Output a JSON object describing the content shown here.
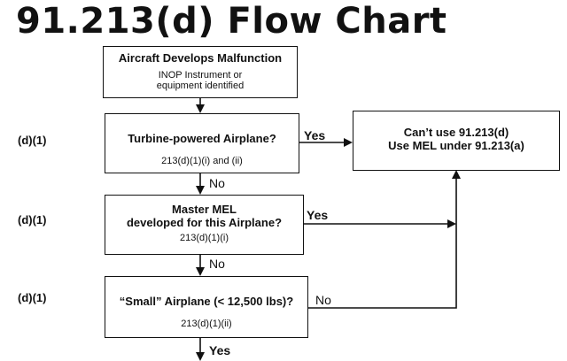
{
  "title": "91.213(d) Flow Chart",
  "boxes": {
    "start": {
      "main": "Aircraft Develops Malfunction",
      "sub1": "INOP Instrument or",
      "sub2": "equipment identified"
    },
    "turbine": {
      "main": "Turbine-powered Airplane?",
      "ref": "213(d)(1)(i) and (ii)"
    },
    "mmel": {
      "main1": "Master MEL",
      "main2": "developed for this Airplane?",
      "ref": "213(d)(1)(i)"
    },
    "small": {
      "main": "“Small” Airplane (< 12,500 lbs)?",
      "ref": "213(d)(1)(ii)"
    },
    "result": {
      "line1": "Can’t use 91.213(d)",
      "line2": "Use MEL under 91.213(a)"
    }
  },
  "side_labels": [
    "(d)(1)",
    "(d)(1)",
    "(d)(1)"
  ],
  "edge_labels": {
    "turbine_yes": "Yes",
    "turbine_no": "No",
    "mmel_yes": "Yes",
    "mmel_no": "No",
    "small_no": "No",
    "small_yes": "Yes"
  }
}
